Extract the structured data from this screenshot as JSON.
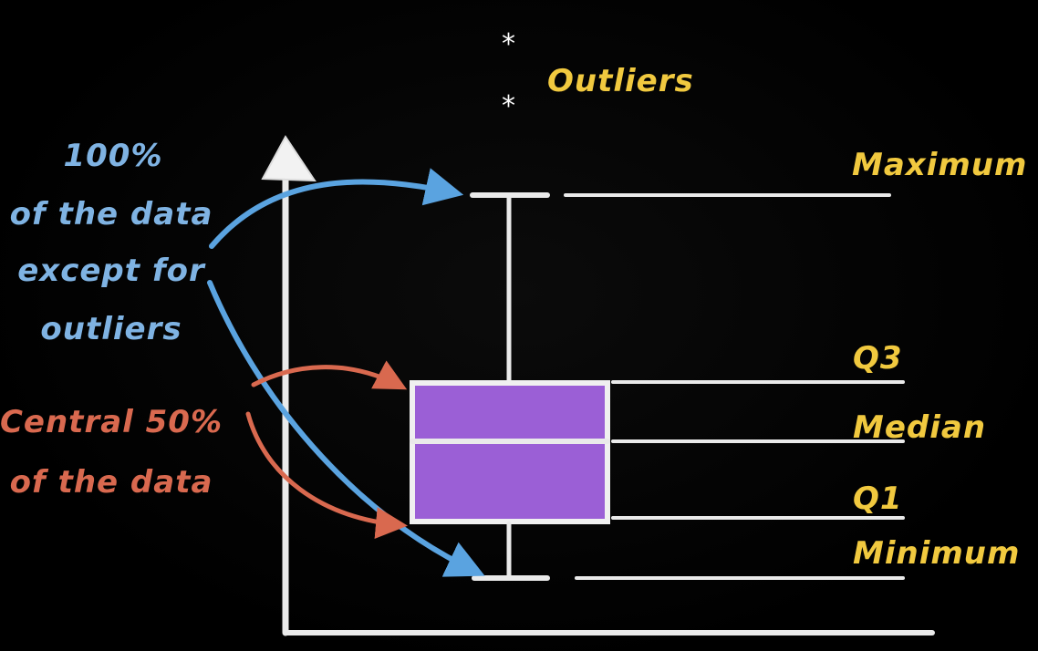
{
  "labels": {
    "outliers": "Outliers",
    "maximum": "Maximum",
    "q3": "Q3",
    "median": "Median",
    "q1": "Q1",
    "minimum": "Minimum"
  },
  "annotations": {
    "full_range": [
      "100%",
      "of the data",
      "except for",
      "outliers"
    ],
    "central": [
      "Central 50%",
      "of the data"
    ]
  },
  "markers": {
    "outlier_symbol": "*"
  },
  "colors": {
    "background": "#000000",
    "chalk_white": "#eaeaea",
    "label_yellow": "#f1c93f",
    "annotation_blue": "#7fb3e3",
    "annotation_red": "#d9694f",
    "box_fill": "#9b5fd6"
  },
  "icons": {
    "axis_arrow": "triangle-up-icon",
    "pointer_arrows": "arrow-right-icon"
  }
}
